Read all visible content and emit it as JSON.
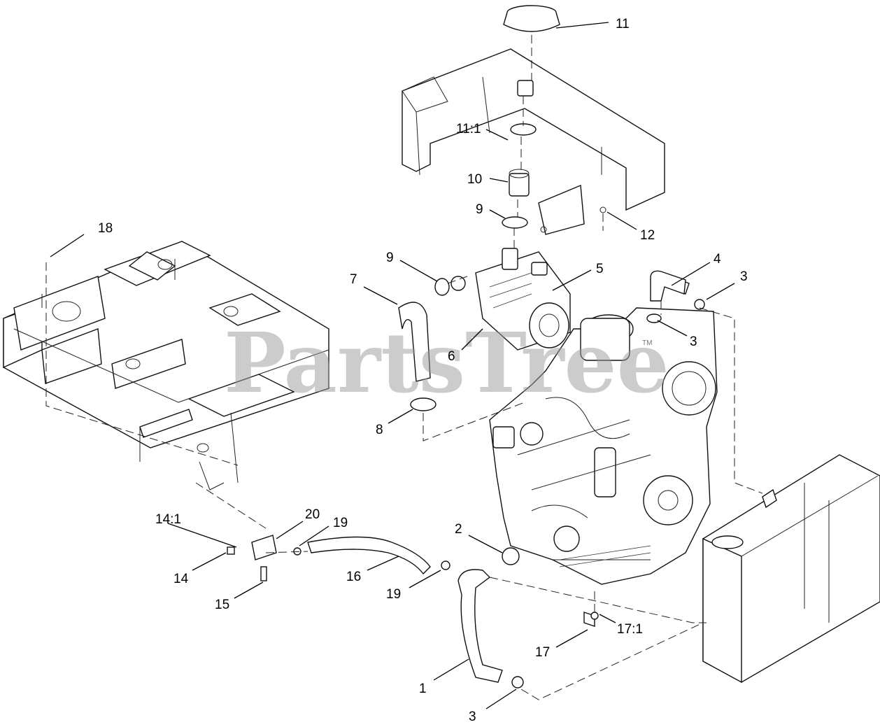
{
  "watermark": {
    "text": "PartsTree",
    "trademark": "TM"
  },
  "callouts": {
    "c1": "1",
    "c2": "2",
    "c3a": "3",
    "c3b": "3",
    "c3c": "3",
    "c4": "4",
    "c5": "5",
    "c6": "6",
    "c7": "7",
    "c8": "8",
    "c9a": "9",
    "c9b": "9",
    "c10": "10",
    "c11": "11",
    "c11_1": "11:1",
    "c12": "12",
    "c14": "14",
    "c14_1": "14:1",
    "c15": "15",
    "c16": "16",
    "c17": "17",
    "c17_1": "17:1",
    "c18": "18",
    "c19a": "19",
    "c19b": "19",
    "c20": "20"
  }
}
